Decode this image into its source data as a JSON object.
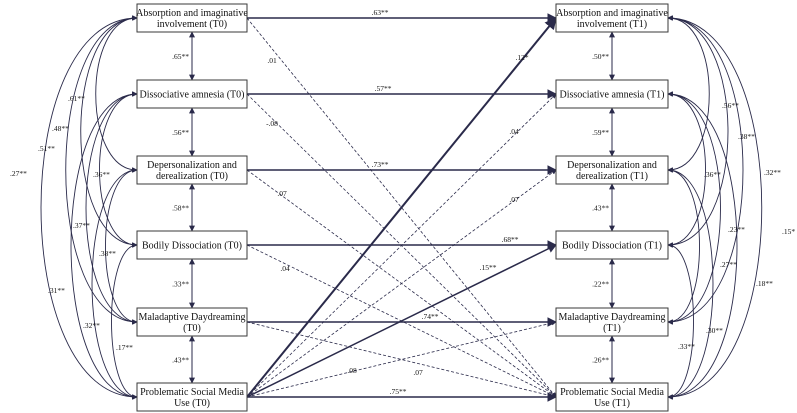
{
  "diagram": {
    "nodes": [
      {
        "id": "abs0",
        "lines": [
          "Absorption and imaginative",
          "involvement (T0)"
        ]
      },
      {
        "id": "dis0",
        "lines": [
          "Dissociative amnesia (T0)"
        ]
      },
      {
        "id": "dep0",
        "lines": [
          "Depersonalization and",
          "derealization (T0)"
        ]
      },
      {
        "id": "bod0",
        "lines": [
          "Bodily Dissociation (T0)"
        ]
      },
      {
        "id": "mal0",
        "lines": [
          "Maladaptive Daydreaming",
          "(T0)"
        ]
      },
      {
        "id": "psm0",
        "lines": [
          "Problematic Social Media",
          "Use (T0)"
        ]
      },
      {
        "id": "abs1",
        "lines": [
          "Absorption and imaginative",
          "involvement (T1)"
        ]
      },
      {
        "id": "dis1",
        "lines": [
          "Dissociative amnesia (T1)"
        ]
      },
      {
        "id": "dep1",
        "lines": [
          "Depersonalization and",
          "derealization (T1)"
        ]
      },
      {
        "id": "bod1",
        "lines": [
          "Bodily Dissociation (T1)"
        ]
      },
      {
        "id": "mal1",
        "lines": [
          "Maladaptive Daydreaming",
          "(T1)"
        ]
      },
      {
        "id": "psm1",
        "lines": [
          "Problematic Social Media",
          "Use (T1)"
        ]
      }
    ],
    "stability_paths": [
      {
        "from": "abs0",
        "to": "abs1",
        "label": ".63**"
      },
      {
        "from": "dis0",
        "to": "dis1",
        "label": ".57**"
      },
      {
        "from": "dep0",
        "to": "dep1",
        "label": ".73**"
      },
      {
        "from": "bod0",
        "to": "bod1",
        "label": ".68**"
      },
      {
        "from": "mal0",
        "to": "mal1",
        "label": ".74**"
      },
      {
        "from": "psm0",
        "to": "psm1",
        "label": ".75**"
      }
    ],
    "cross_paths_from_psm": [
      {
        "to": "abs1",
        "label": ".12*",
        "style": "bold"
      },
      {
        "to": "dis1",
        "label": ".04",
        "style": "dashed"
      },
      {
        "to": "dep1",
        "label": ".07",
        "style": "dashed"
      },
      {
        "to": "bod1",
        "label": ".15**",
        "style": "solid"
      },
      {
        "to": "mal1",
        "label": ".08",
        "style": "dashed"
      }
    ],
    "cross_paths_to_psm": [
      {
        "from": "abs0",
        "label": ".01"
      },
      {
        "from": "dis0",
        "label": "-.08"
      },
      {
        "from": "dep0",
        "label": ".07"
      },
      {
        "from": "bod0",
        "label": ".04"
      },
      {
        "from": "mal0",
        "label": ".07"
      }
    ],
    "adjacent_cov_t0": [
      ".65**",
      ".56**",
      ".58**",
      ".33**",
      ".43**"
    ],
    "adjacent_cov_t1": [
      ".50**",
      ".59**",
      ".43**",
      ".22**",
      ".26**"
    ],
    "outer_cov_t0": [
      {
        "label": ".61**"
      },
      {
        "label": ".48**"
      },
      {
        "label": ".51**"
      },
      {
        "label": ".27**"
      },
      {
        "label": ".36**"
      },
      {
        "label": ".37**"
      },
      {
        "label": ".31**"
      },
      {
        "label": ".38**"
      },
      {
        "label": ".32**"
      },
      {
        "label": ".17**"
      }
    ],
    "outer_cov_t1": [
      {
        "label": ".56**"
      },
      {
        "label": ".38**"
      },
      {
        "label": ".32**"
      },
      {
        "label": ".15*"
      },
      {
        "label": ".36**"
      },
      {
        "label": ".23**"
      },
      {
        "label": ".18**"
      },
      {
        "label": ".27**"
      },
      {
        "label": ".30**"
      },
      {
        "label": ".33**"
      }
    ]
  }
}
